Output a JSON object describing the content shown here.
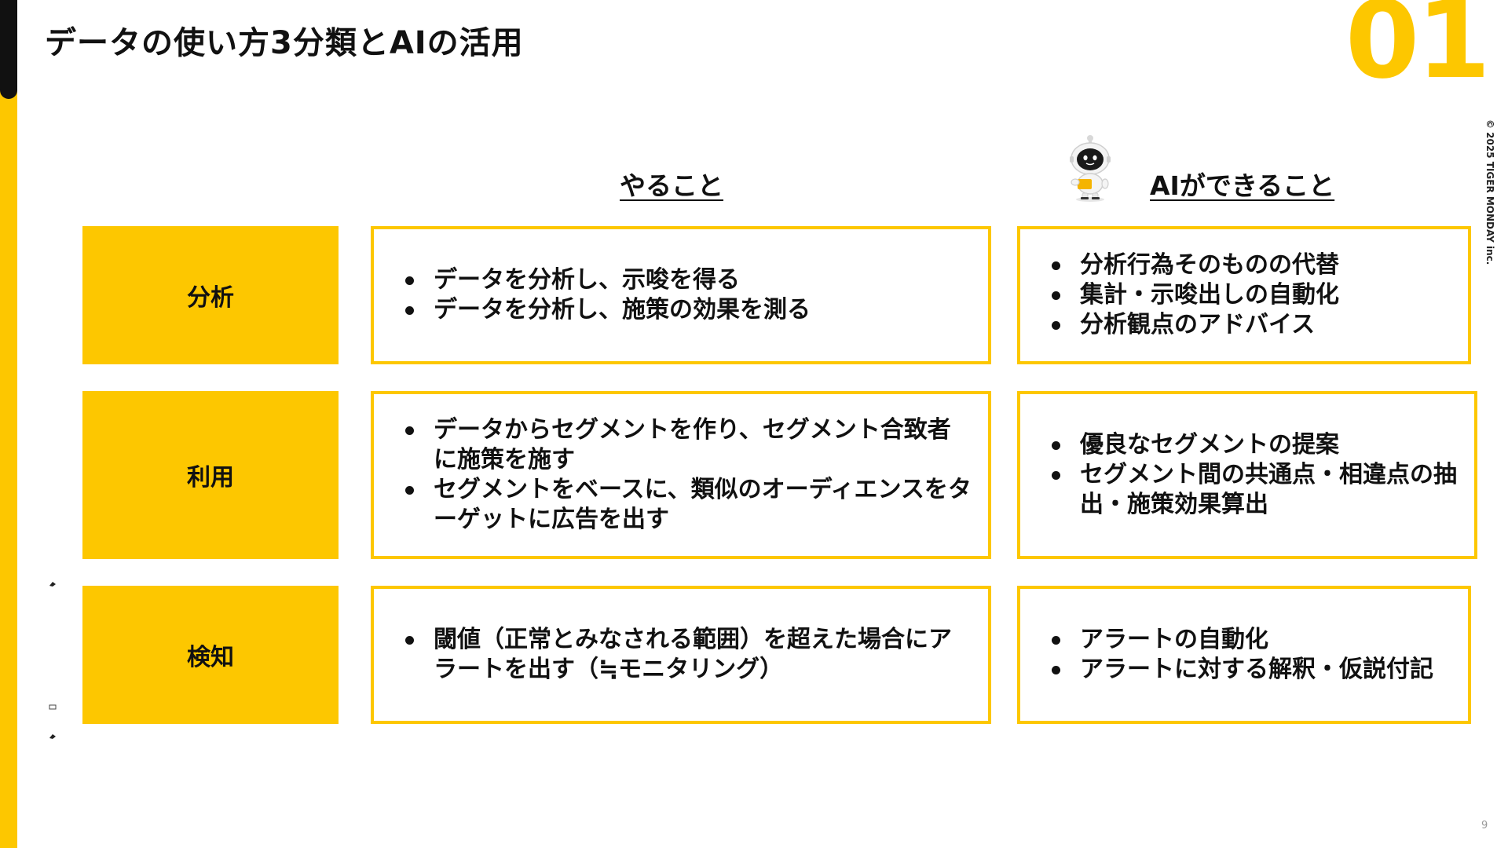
{
  "slide": {
    "title": "データの使い方3分類とAIの活用",
    "section_number": "01",
    "copyright": "© 2025 TIGER MONDAY inc.",
    "page_number": "9",
    "accent_color": "#fdc700"
  },
  "columns": {
    "do_heading": "やること",
    "ai_heading": "AIができること"
  },
  "rows": [
    {
      "category": "分析",
      "do_items": [
        "データを分析し、示唆を得る",
        "データを分析し、施策の効果を測る"
      ],
      "ai_items": [
        "分析行為そのものの代替",
        "集計・示唆出しの自動化",
        "分析観点のアドバイス"
      ]
    },
    {
      "category": "利用",
      "do_items": [
        "データからセグメントを作り、セグメント合致者に施策を施す",
        "セグメントをベースに、類似のオーディエンスをターゲットに広告を出す"
      ],
      "ai_items": [
        "優良なセグメントの提案",
        "セグメント間の共通点・相違点の抽出・施策効果算出"
      ]
    },
    {
      "category": "検知",
      "do_items": [
        "閾値（正常とみなされる範囲）を超えた場合にアラートを出す（≒モニタリング）"
      ],
      "ai_items": [
        "アラートの自動化",
        "アラートに対する解釈・仮説付記"
      ]
    }
  ]
}
